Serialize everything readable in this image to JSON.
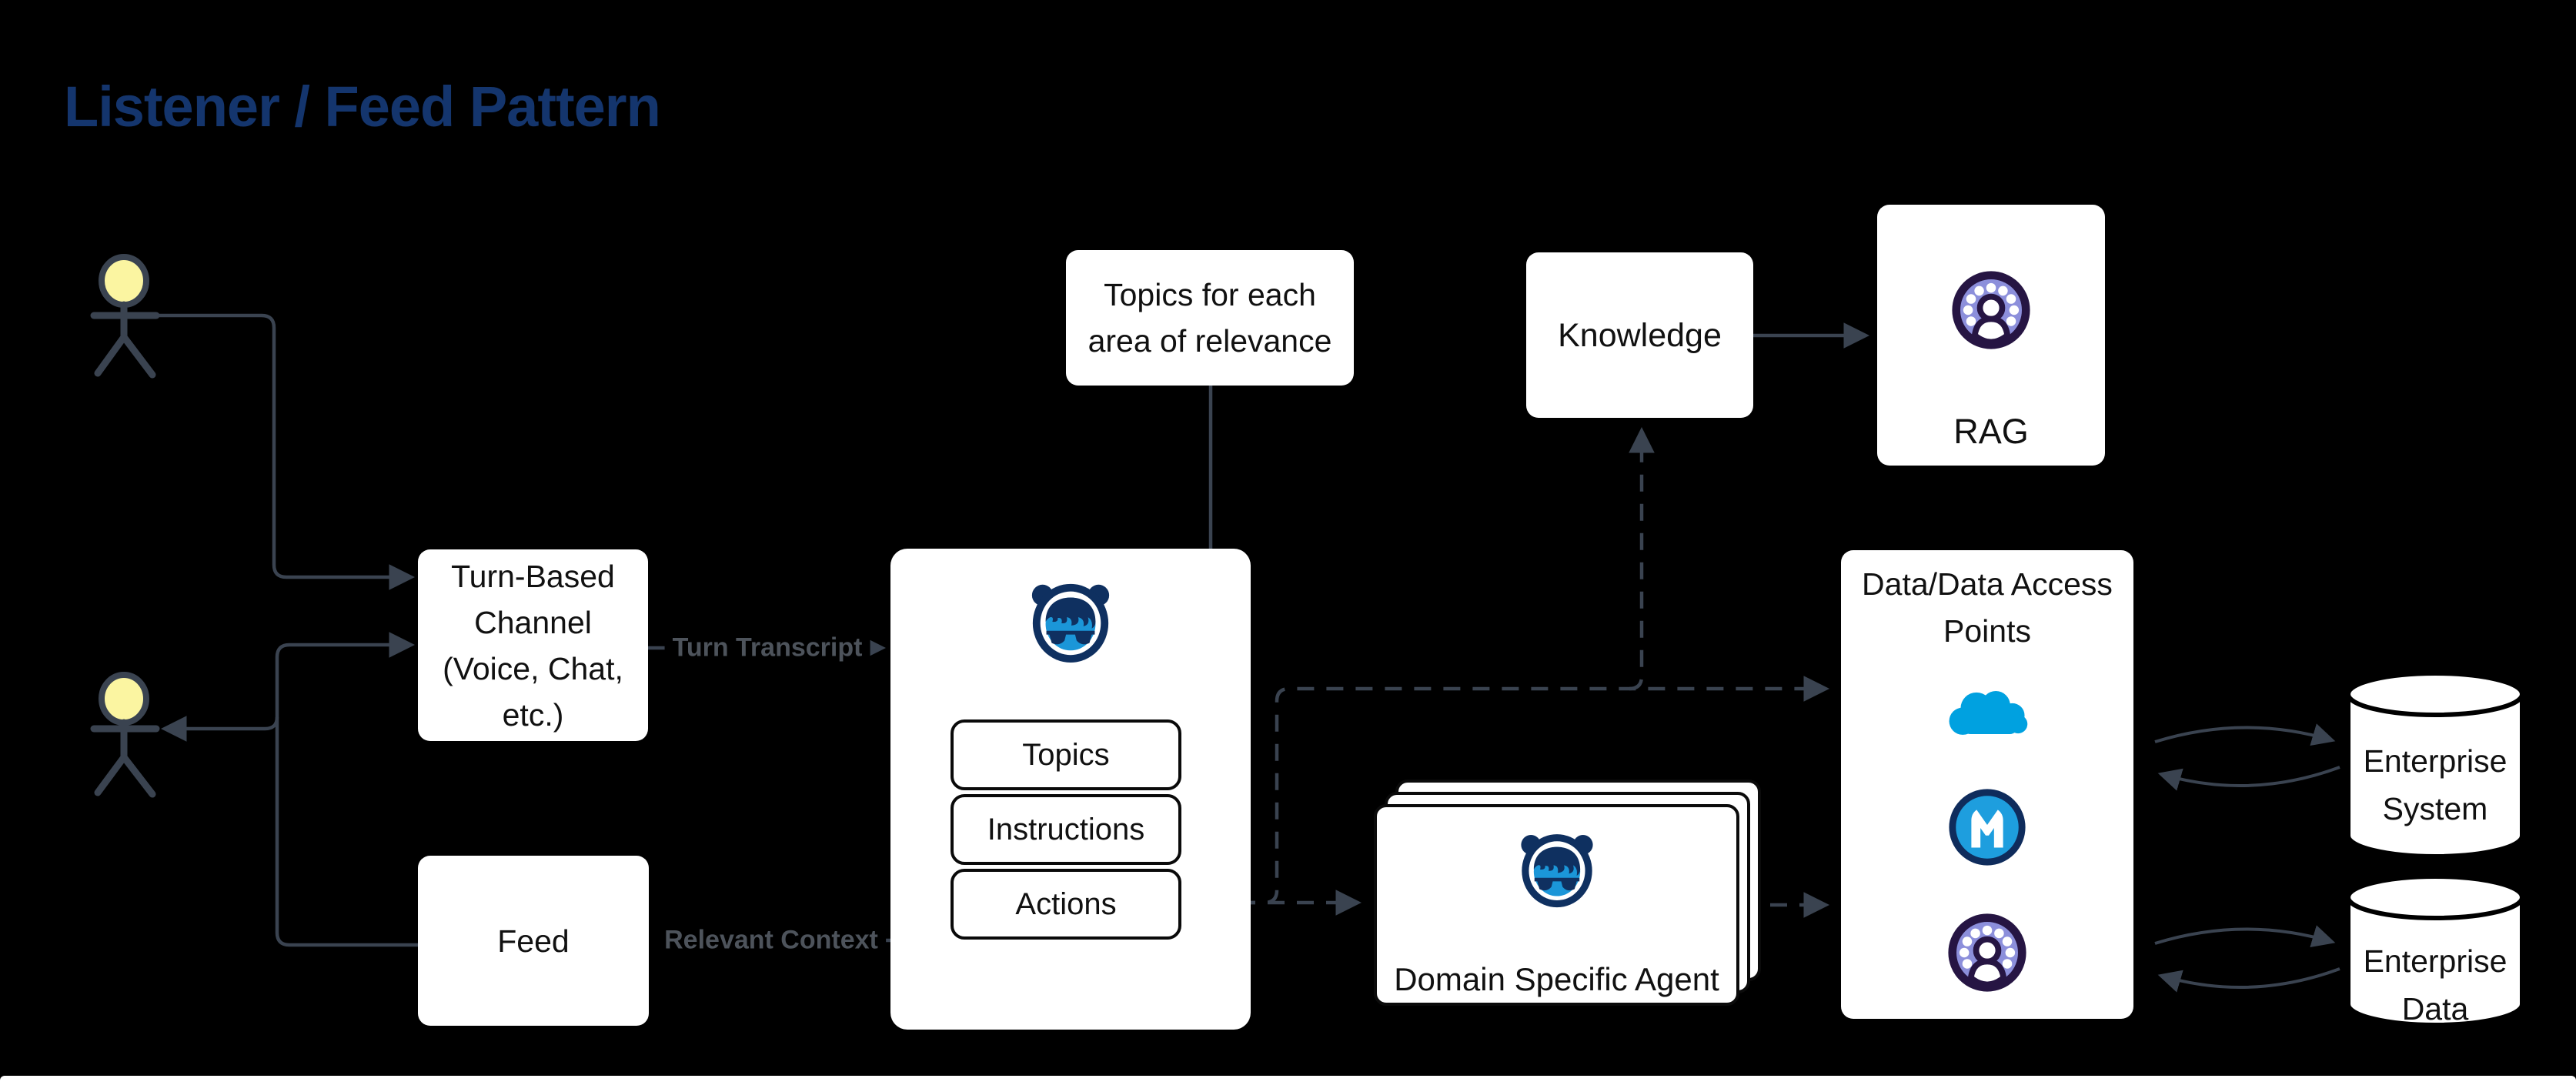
{
  "title": "Listener / Feed Pattern",
  "edge_labels": {
    "turn_transcript": "Turn Transcript",
    "relevant_context": "Relevant Context"
  },
  "nodes": {
    "turn_based_channel": {
      "lines": [
        "Turn-Based",
        "Channel",
        "(Voice, Chat,",
        "etc.)"
      ]
    },
    "feed": {
      "label": "Feed"
    },
    "topics_note": {
      "lines": [
        "Topics for each",
        "area of relevance"
      ]
    },
    "listener_agent": {
      "icon": "agentforce-robot-icon",
      "components": [
        "Topics",
        "Instructions",
        "Actions"
      ]
    },
    "knowledge": {
      "label": "Knowledge"
    },
    "rag": {
      "label": "RAG",
      "icon": "data-cloud-icon"
    },
    "domain_specific_agent": {
      "label": "Domain Specific Agent",
      "icon": "agentforce-robot-icon"
    },
    "data_access_points": {
      "lines": [
        "Data/Data Access",
        "Points"
      ],
      "icons": [
        "salesforce-cloud-icon",
        "mulesoft-icon",
        "data-cloud-icon"
      ]
    },
    "enterprise_system": {
      "lines": [
        "Enterprise",
        "System"
      ]
    },
    "enterprise_data": {
      "lines": [
        "Enterprise",
        "Data"
      ]
    }
  },
  "colors": {
    "background": "#000000",
    "title_blue": "#14356D",
    "connector": "#3A4350",
    "edge_label_gray": "#4D535B",
    "node_bg": "#FFFFFF",
    "node_text": "#111111",
    "actor_head_yellow": "#FBF5A1",
    "salesforce_blue": "#00A1E0",
    "mulesoft_blue": "#1E9EDE",
    "agentforce_navy": "#0F3060",
    "agentforce_blue": "#1B96D8",
    "datacloud_purple_dark": "#261543",
    "datacloud_purple_light": "#8C8FDB"
  }
}
